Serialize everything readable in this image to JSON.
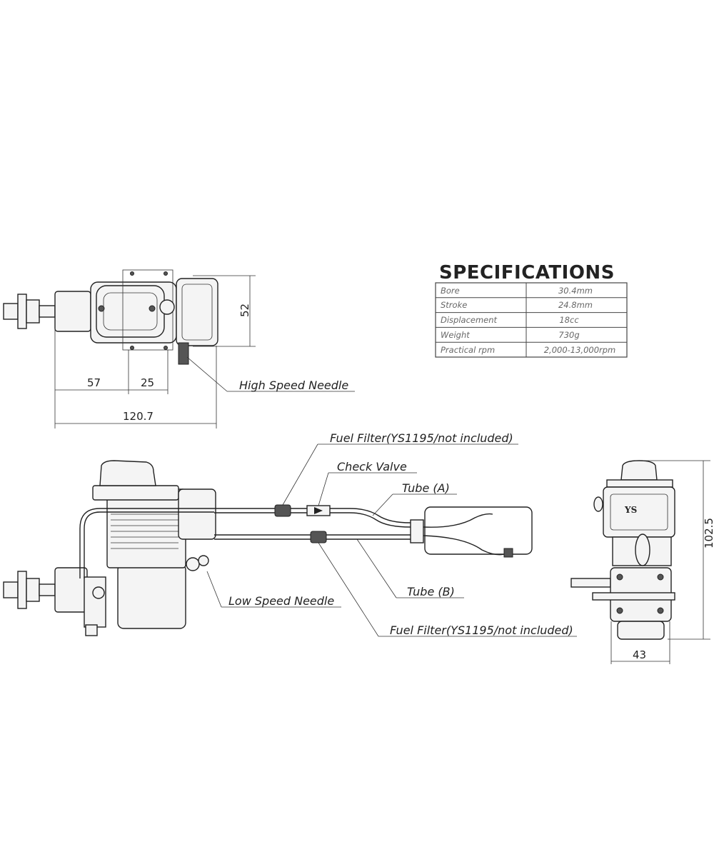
{
  "specifications": {
    "title": "SPECIFICATIONS",
    "rows": [
      {
        "label": "Bore",
        "value": "30.4mm"
      },
      {
        "label": "Stroke",
        "value": "24.8mm"
      },
      {
        "label": "Displacement",
        "value": "18cc"
      },
      {
        "label": "Weight",
        "value": "730g"
      },
      {
        "label": "Practical rpm",
        "value": "2,000-13,000rpm"
      }
    ]
  },
  "top_view": {
    "dimensions": {
      "height": "52",
      "a": "57",
      "b": "25",
      "overall": "120.7"
    },
    "callouts": {
      "high_speed_needle": "High Speed Needle"
    }
  },
  "side_view": {
    "callouts": {
      "fuel_filter_top": "Fuel Filter(YS1195/not included)",
      "check_valve": "Check Valve",
      "tube_a": "Tube (A)",
      "tube_b": "Tube (B)",
      "low_speed_needle": "Low Speed Needle",
      "fuel_filter_bottom": "Fuel Filter(YS1195/not included)"
    }
  },
  "front_view": {
    "dimensions": {
      "height": "102.5",
      "width": "43"
    },
    "logo_text": "YS"
  }
}
